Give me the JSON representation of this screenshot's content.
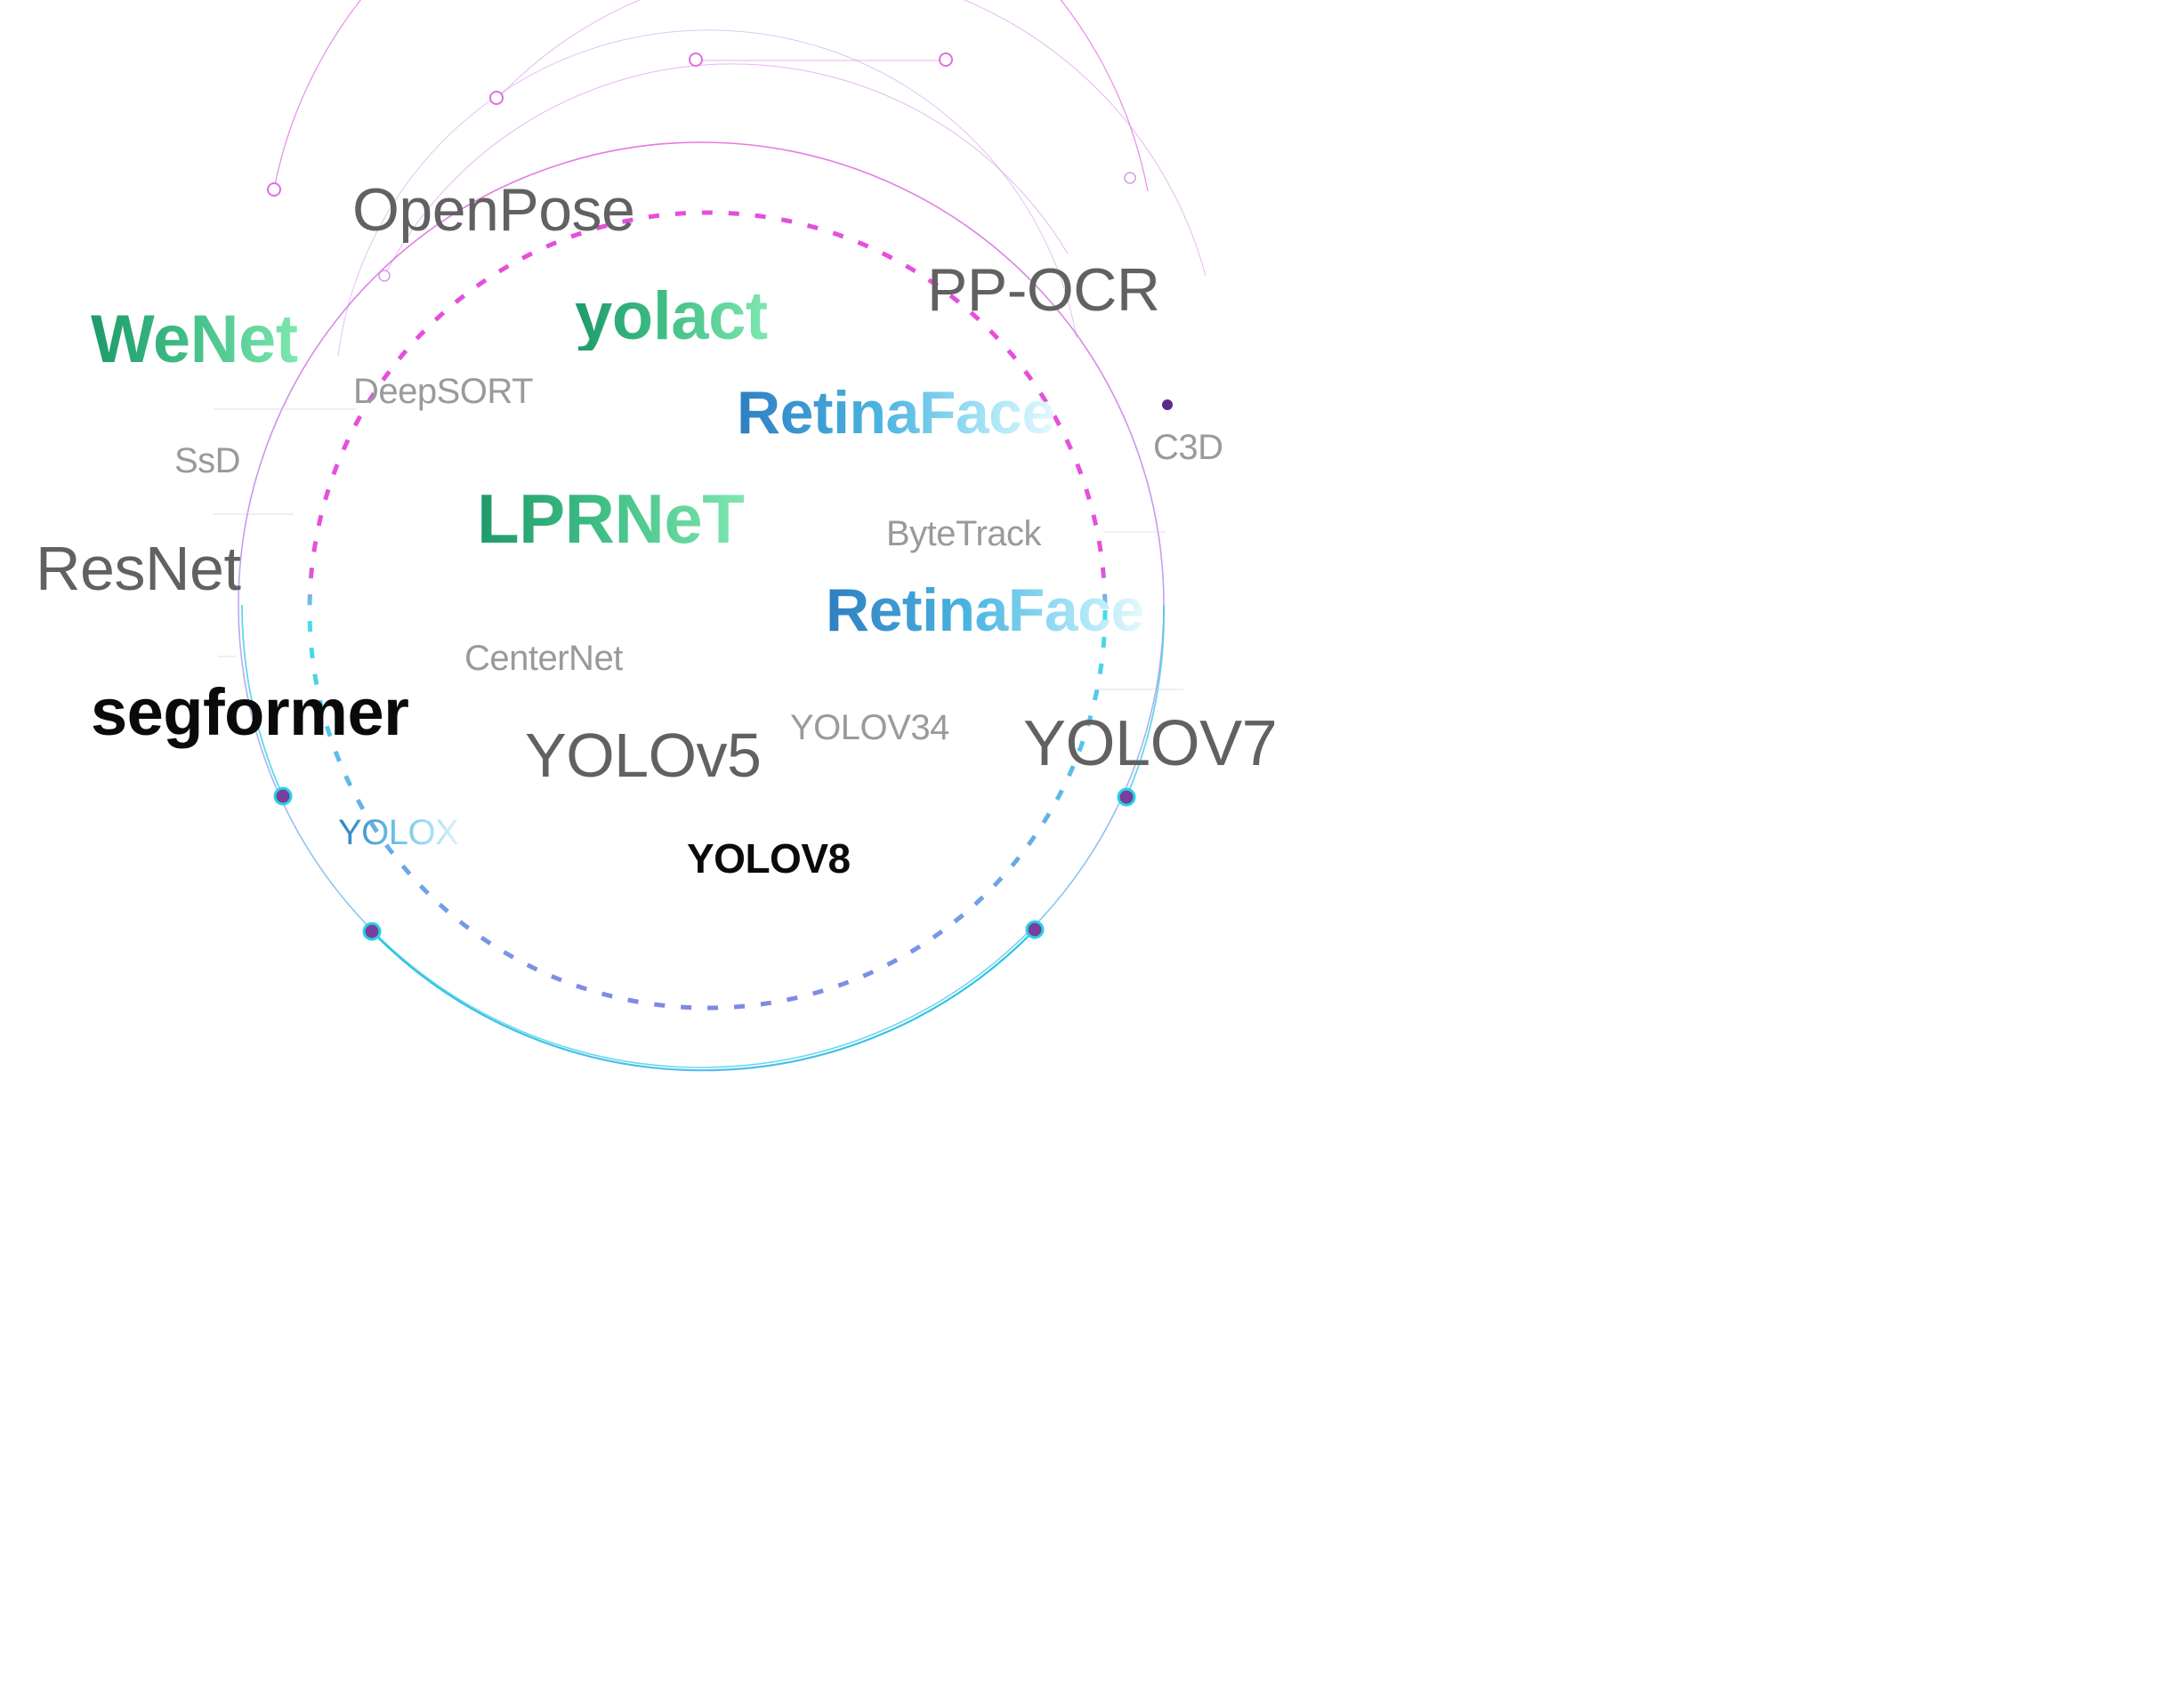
{
  "colors": {
    "dark_gray": "#616161",
    "light_gray": "#9a9a9a",
    "black": "#0a0a0a",
    "magenta": "#e23bd9",
    "cyan": "#22d9e6",
    "violet": "#6a2c8c",
    "green_start": "#1f9a6a",
    "green_end": "#7fe7b0",
    "blue_start": "#2f7fc1",
    "blue_end": "#e6f8fd"
  },
  "words": {
    "openpose": "OpenPose",
    "pp_ocr": "PP-OCR",
    "wenet": "WeNet",
    "yolact": "yolact",
    "deepsort": "DeepSORT",
    "retinaface_1": "RetinaFace",
    "c3d": "C3D",
    "ssd": "SsD",
    "lprnet": "LPRNeT",
    "bytetrack": "ByteTrack",
    "resnet": "ResNet",
    "retinaface_2": "RetinaFace",
    "centernet": "CenterNet",
    "segformer": "segformer",
    "yolov34": "YOLOV34",
    "yolov5": "YOLOv5",
    "yolov7": "YOLOV7",
    "yolox": "YOLOX",
    "yolov8": "YOLOV8"
  }
}
